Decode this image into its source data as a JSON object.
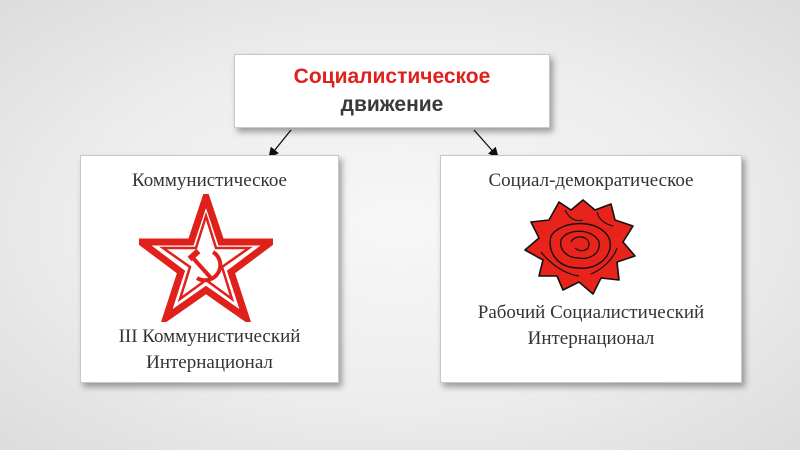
{
  "top": {
    "line1": "Социалистическое",
    "line2": "движение"
  },
  "left": {
    "heading": "Коммунистическое",
    "caption_line1": "III Коммунистический",
    "caption_line2": "Интернационал",
    "emblem": "hammer-sickle-star-icon"
  },
  "right": {
    "heading": "Социал-демократическое",
    "caption_line1": "Рабочий Социалистический",
    "caption_line2": "Интернационал",
    "emblem": "red-rose-icon"
  },
  "colors": {
    "accent": "#e0201b",
    "text": "#333333"
  }
}
